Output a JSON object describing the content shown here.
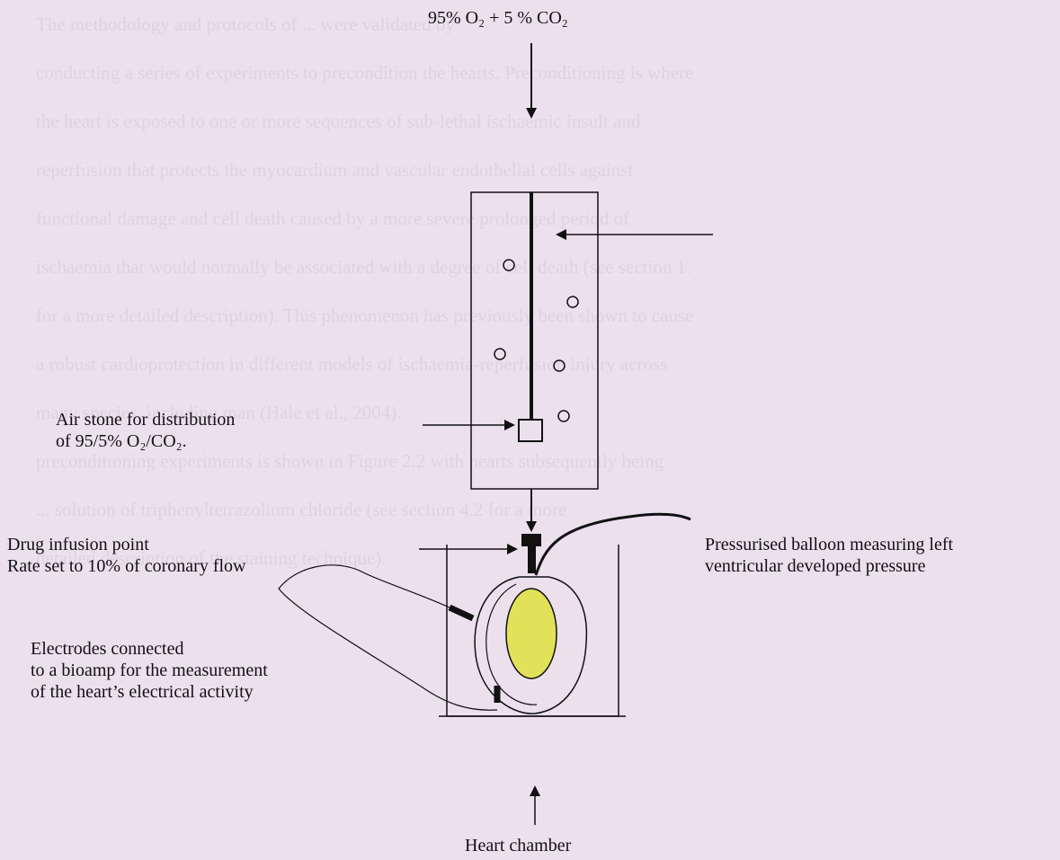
{
  "background_text": {
    "lines": [
      "The methodology and protocols of ... were validated by",
      "conducting a series of experiments to precondition the hearts. Preconditioning is where",
      "the heart is exposed to one or more sequences of sub-lethal ischaemic insult and",
      "reperfusion that protects the myocardium and vascular endothelial cells against",
      "functional damage and cell death caused by a more severe prolonged period of",
      "ischaemia that would normally be associated with a degree of cell death (see section 1.",
      "for a more detailed description). This phenomenon has previously been shown to cause",
      "a robust cardioprotection in different models of ischaemia-reperfusion injury across",
      "many species, including man (Hale et al., 2004).",
      "preconditioning experiments is shown in Figure 2.2 with hearts subsequently being",
      "... solution of triphenyltetrazolium chloride (see section 4.2 for a more",
      "detailed description of the staining technique)."
    ]
  },
  "labels": {
    "gas_top": "95% O₂ + 5 % CO₂",
    "air_stone_line1": "Air stone for distribution",
    "air_stone_line2": "of 95/5% O₂/CO₂.",
    "drug_line1": "Drug infusion point",
    "drug_line2": "Rate set to 10% of coronary flow",
    "balloon_line1": "Pressurised balloon measuring left",
    "balloon_line2": "ventricular developed pressure",
    "electrodes_line1": "Electrodes connected",
    "electrodes_line2": "to a bioamp for the measurement",
    "electrodes_line3": "of the heart’s electrical activity",
    "heart_chamber": "Heart chamber"
  }
}
